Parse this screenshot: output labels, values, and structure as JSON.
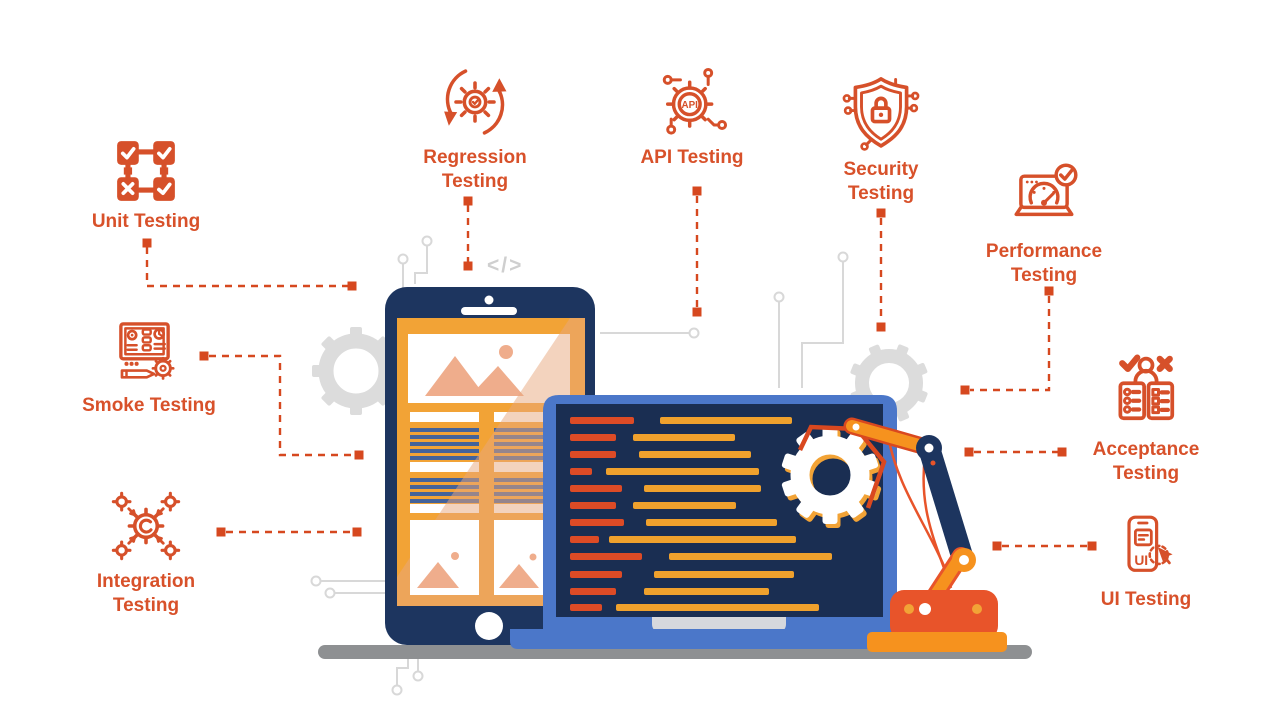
{
  "background": {
    "code_symbol": "</>"
  },
  "items": [
    {
      "id": "unit-testing",
      "label": "Unit Testing"
    },
    {
      "id": "regression-testing",
      "label": "Regression Testing"
    },
    {
      "id": "api-testing",
      "label": "API Testing"
    },
    {
      "id": "security-testing",
      "label": "Security Testing"
    },
    {
      "id": "performance-testing",
      "label": "Performance Testing"
    },
    {
      "id": "acceptance-testing",
      "label": "Acceptance Testing"
    },
    {
      "id": "ui-testing",
      "label": "UI Testing"
    },
    {
      "id": "integration-testing",
      "label": "Integration Testing"
    },
    {
      "id": "smoke-testing",
      "label": "Smoke Testing"
    }
  ],
  "icon_texts": {
    "api": "API",
    "ui": "UI"
  },
  "colors": {
    "accent": "#D8512A",
    "connector": "#D6481F",
    "navy": "#1D355F",
    "screen_navy": "#1A2E52",
    "laptop_blue": "#4B77C9",
    "screen_orange": "#F2A336",
    "code_yellow": "#EFA12D",
    "code_red": "#DD4B26",
    "salmon": "#EFAD8C",
    "wire_blue": "#44639A",
    "circuit_gray": "#D8D8D8",
    "ground_gray": "#8E9092",
    "robot_orange": "#F6921E",
    "robot_red": "#E8542A"
  }
}
